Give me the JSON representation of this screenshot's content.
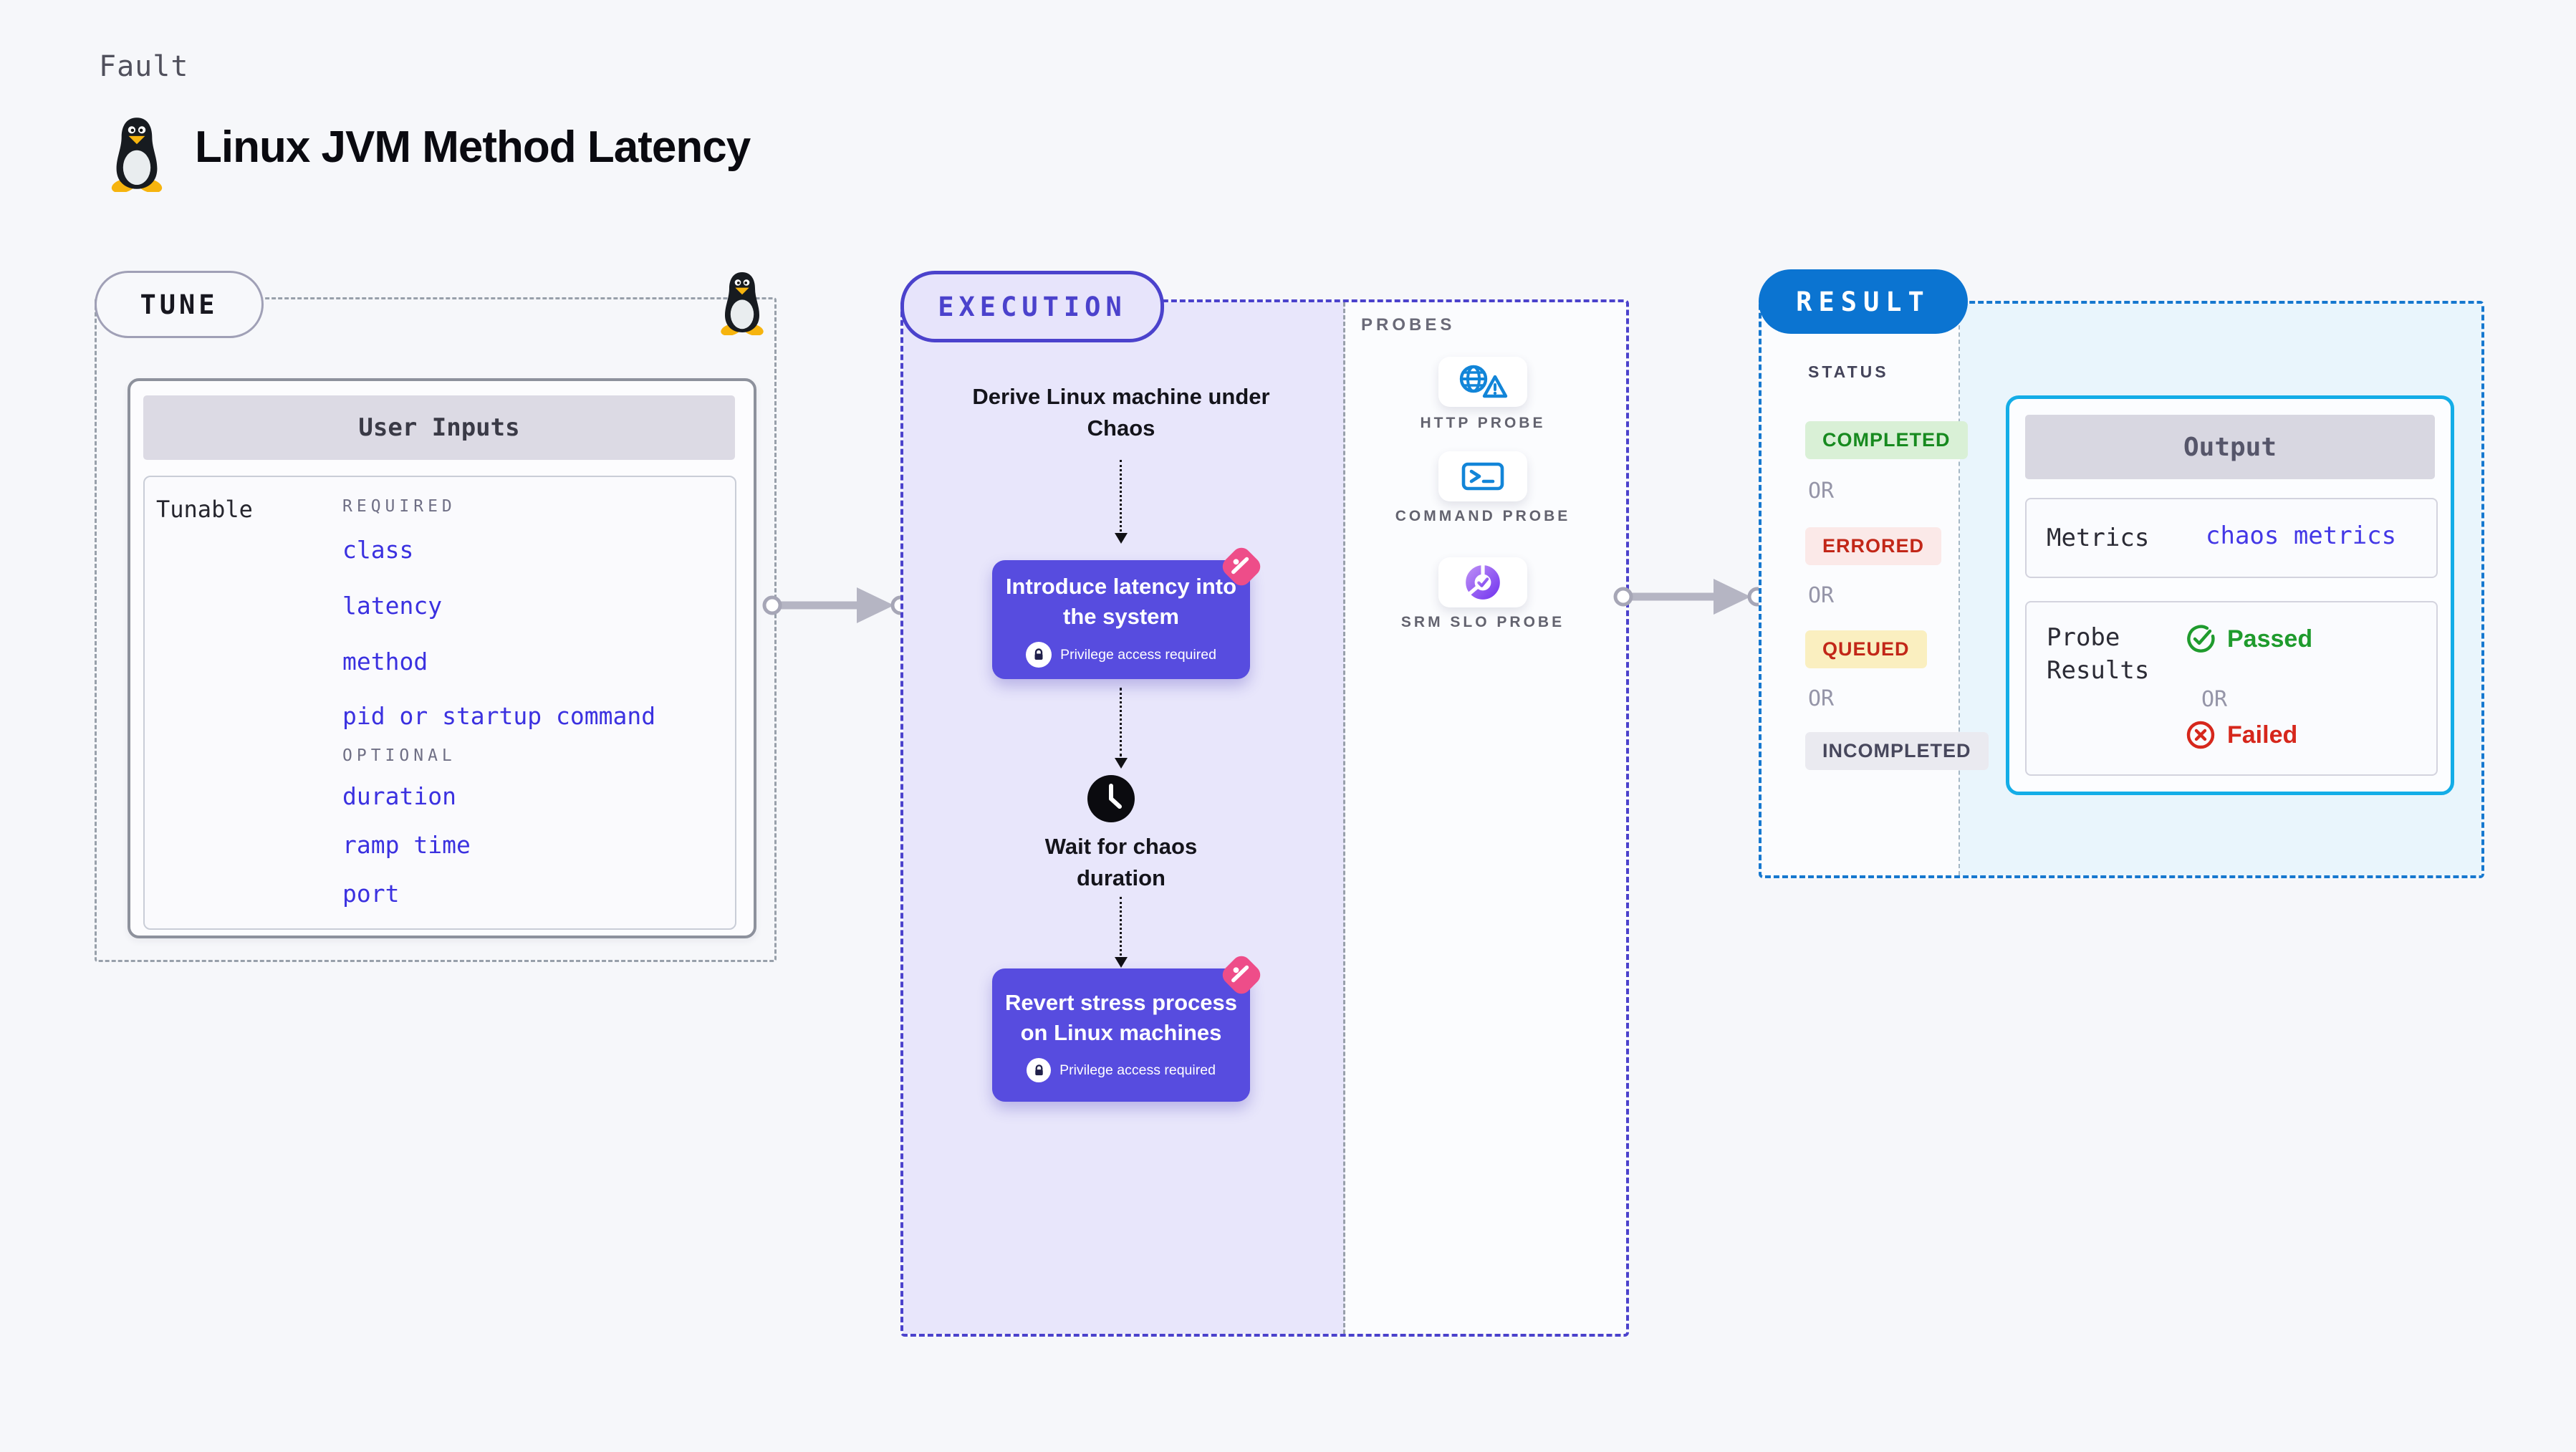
{
  "page": {
    "kicker": "Fault",
    "title": "Linux JVM Method Latency"
  },
  "tune": {
    "badge": "TUNE",
    "table_header": "User Inputs",
    "row_label": "Tunable",
    "required_label": "REQUIRED",
    "required_items": [
      "class",
      "latency",
      "method",
      "pid or startup command"
    ],
    "optional_label": "OPTIONAL",
    "optional_items": [
      "duration",
      "ramp time",
      "port"
    ]
  },
  "execution": {
    "badge": "EXECUTION",
    "start_step": "Derive Linux machine under Chaos",
    "step1_label": "Introduce latency into the system",
    "wait_step": "Wait for chaos duration",
    "step2_label": "Revert stress process on Linux machines",
    "privilege_note": "Privilege access required"
  },
  "probes": {
    "label": "PROBES",
    "items": [
      {
        "name": "HTTP PROBE",
        "icon": "globe-alert-icon"
      },
      {
        "name": "COMMAND PROBE",
        "icon": "terminal-icon"
      },
      {
        "name": "SRM SLO PROBE",
        "icon": "slo-donut-icon"
      }
    ]
  },
  "result": {
    "badge": "RESULT",
    "status": {
      "label": "STATUS",
      "or_label": "OR",
      "options": [
        "COMPLETED",
        "ERRORED",
        "QUEUED",
        "INCOMPLETED"
      ]
    },
    "output": {
      "header": "Output",
      "metrics_label": "Metrics",
      "metrics_value": "chaos metrics",
      "probe_label": "Probe Results",
      "passed": "Passed",
      "or_label": "OR",
      "failed": "Failed"
    }
  },
  "colors": {
    "indigo_accent": "#4b42cc",
    "step_card": "#574cdf",
    "lavender_bg": "#e8e6fb",
    "result_blue": "#0b74d1",
    "output_border": "#13ade7",
    "result_bg": "#e9f5fc",
    "item_blue": "#3b31e0",
    "probe_icon_blue": "#1285d8",
    "chaos_pink": "#ee4d89",
    "status_green": "#178a1f",
    "status_red": "#c22718",
    "pass_green": "#1f9b2d",
    "fail_red": "#d6271c"
  }
}
